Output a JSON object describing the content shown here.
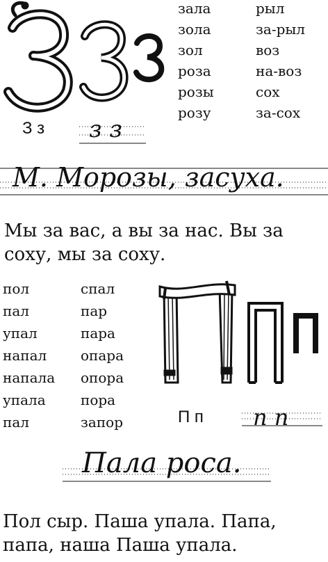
{
  "letter_z": {
    "printed": "З з",
    "script": "з з"
  },
  "words_z": {
    "col1": [
      "зала",
      "зола",
      "зол",
      "роза",
      "розы",
      "розу"
    ],
    "col2": [
      "рыл",
      "за-рыл",
      "воз",
      "на-воз",
      "сох",
      "за-сох"
    ]
  },
  "script_line_1": "М. Морозы, засуха.",
  "sentence_1": "Мы за вас, а вы за нас. Вы за соху, мы за соху.",
  "words_p": {
    "col1": [
      "пол",
      "пал",
      "упал",
      "напал",
      "напала",
      "упала",
      "пал"
    ],
    "col2": [
      "спал",
      "пар",
      "пара",
      "опара",
      "опора",
      "пора",
      "запор"
    ]
  },
  "letter_p": {
    "printed": "П п",
    "script": "п п"
  },
  "script_line_2": "Пала роса.",
  "sentence_2": "Пол сыр. Паша упала. Папа, папа, наша Паша упала."
}
